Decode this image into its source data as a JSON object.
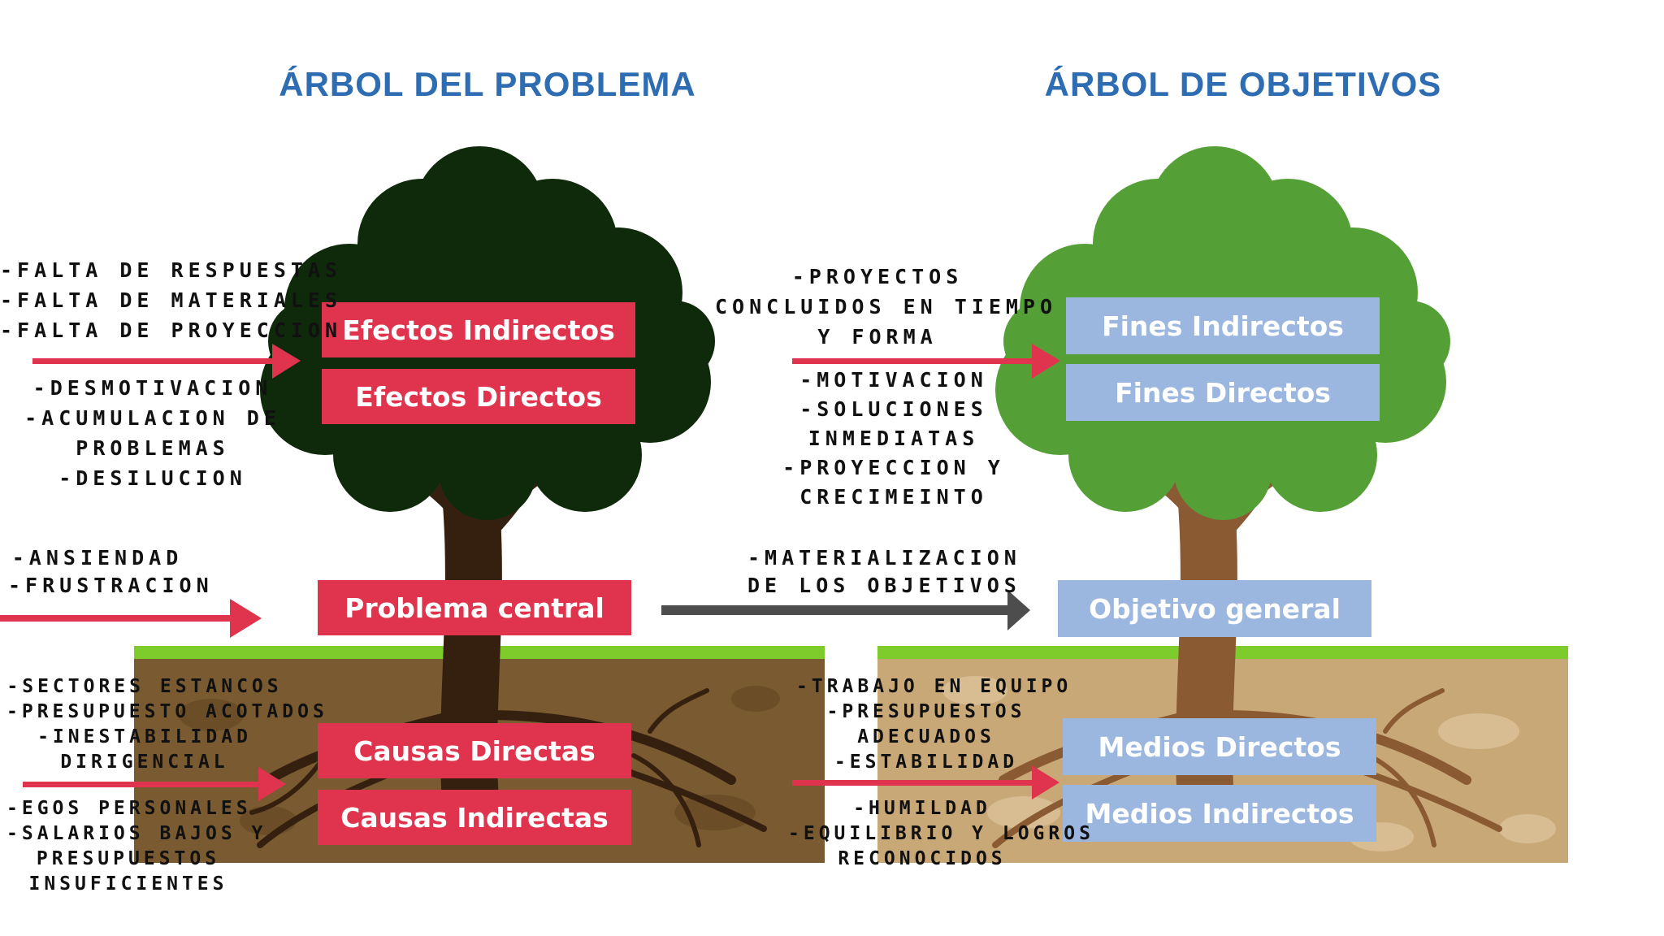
{
  "titles": {
    "left": "ÁRBOL DEL PROBLEMA",
    "right": "ÁRBOL DE OBJETIVOS"
  },
  "colors": {
    "title": "#2f6db3",
    "problem_box": "#e0334d",
    "objective_box": "#9bb7df",
    "dark_canopy": "#0f2a0b",
    "green_canopy": "#54a037",
    "grass": "#7ecb2c",
    "soil_dark": "#7a5a30",
    "soil_light": "#c9a878",
    "connector_arrow": "#4d4d4d"
  },
  "problem_tree": {
    "efectos_indirectos": "Efectos Indirectos",
    "efectos_directos": "Efectos Directos",
    "problema_central": "Problema central",
    "causas_directas": "Causas Directas",
    "causas_indirectas": "Causas Indirectas"
  },
  "objective_tree": {
    "fines_indirectos": "Fines Indirectos",
    "fines_directos": "Fines Directos",
    "objetivo_general": "Objetivo general",
    "medios_directos": "Medios Directos",
    "medios_indirectos": "Medios Indirectos"
  },
  "notes": {
    "efectos_indirectos": [
      "-FALTA DE RESPUESTAS",
      "-FALTA DE MATERIALES",
      "-FALTA DE PROYECCION"
    ],
    "efectos_directos": [
      "-DESMOTIVACION",
      "-ACUMULACION DE",
      "PROBLEMAS",
      "-DESILUCION"
    ],
    "problema_central": [
      "-ANSIENDAD",
      "-FRUSTRACION"
    ],
    "causas_directas": [
      "-SECTORES ESTANCOS",
      "-PRESUPUESTO ACOTADOS",
      "-INESTABILIDAD",
      "DIRIGENCIAL"
    ],
    "causas_indirectas": [
      "-EGOS PERSONALES",
      "-SALARIOS BAJOS Y",
      "PRESUPUESTOS",
      "INSUFICIENTES"
    ],
    "fines_indirectos": [
      "-PROYECTOS",
      "CONCLUIDOS EN TIEMPO",
      "Y FORMA"
    ],
    "fines_directos": [
      "-MOTIVACION",
      "-SOLUCIONES",
      "INMEDIATAS",
      "-PROYECCION Y",
      "CRECIMEINTO"
    ],
    "conector": [
      "-MATERIALIZACION",
      "DE LOS OBJETIVOS"
    ],
    "medios_directos": [
      "-TRABAJO EN EQUIPO",
      "-PRESUPUESTOS",
      "ADECUADOS",
      "-ESTABILIDAD"
    ],
    "medios_indirectos": [
      "-HUMILDAD",
      "-EQUILIBRIO Y LOGROS",
      "RECONOCIDOS"
    ]
  }
}
